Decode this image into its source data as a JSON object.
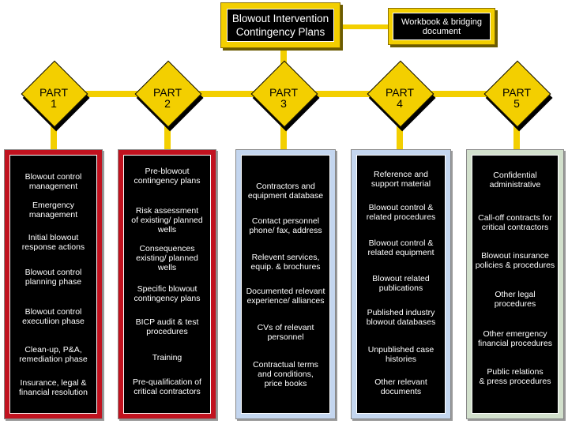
{
  "colors": {
    "connector": "#f3cf00",
    "panel_red": "#c1121f",
    "panel_blue": "#c4d6ef",
    "panel_green": "#d2e0cc"
  },
  "header": {
    "main_title": "Blowout Intervention\nContingency Plans",
    "side_box": "Workbook & bridging\ndocument"
  },
  "parts": [
    {
      "label": "PART\n1",
      "items": [
        "Blowout control\nmanagement",
        "Emergency\nmanagement",
        "Initial blowout\nresponse actions",
        "Blowout control\nplanning phase",
        "Blowout control\nexecutiion phase",
        "Clean-up, P&A,\nremediation phase",
        "Insurance, legal &\nfinancial resolution"
      ]
    },
    {
      "label": "PART\n2",
      "items": [
        "Pre-blowout\ncontingency plans",
        "Risk assessment\nof existing/ planned\nwells",
        "Consequences\nexisting/ planned\nwells",
        "Specific blowout\ncontingency plans",
        "BICP audit & test\nprocedures",
        "Training",
        "Pre-qualification of\ncritical contractors"
      ]
    },
    {
      "label": "PART\n3",
      "items": [
        "Contractors and\nequipment database",
        "Contact personnel\nphone/ fax, address",
        "Relevent services,\nequip. & brochures",
        "Documented relevant\nexperience/ alliances",
        "CVs of relevant\npersonnel",
        "Contractual terms\nand conditions,\nprice books"
      ]
    },
    {
      "label": "PART\n4",
      "items": [
        "Reference and\nsupport material",
        "Blowout control &\nrelated procedures",
        "Blowout control &\nrelated equipment",
        "Blowout related\npublications",
        "Published industry\nblowout databases",
        "Unpublished case\nhistories",
        "Other relevant\ndocuments"
      ]
    },
    {
      "label": "PART\n5",
      "items": [
        "Confidential\nadministrative",
        "Call-off contracts for\ncritical contractors",
        "Blowout insurance\npolicies & procedures",
        "Other legal\nprocedures",
        "Other emergency\nfinancial procedures",
        "Public relations\n& press procedures"
      ]
    }
  ]
}
